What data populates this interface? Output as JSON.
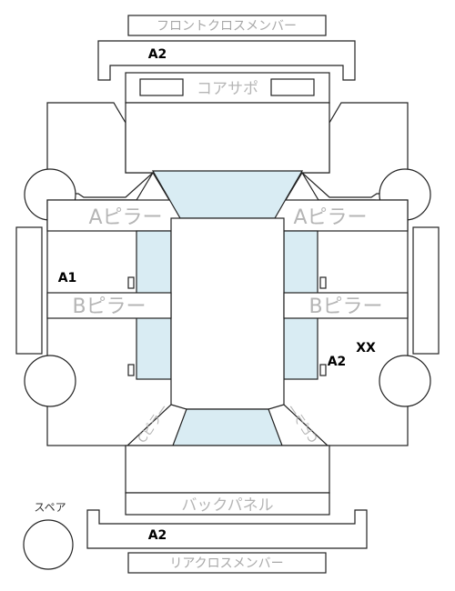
{
  "labels": {
    "front_cross_member": "フロントクロスメンバー",
    "core_support": "コアサポ",
    "a_pillar_left": "Aピラー",
    "a_pillar_right": "Aピラー",
    "b_pillar_left": "Bピラー",
    "b_pillar_right": "Bピラー",
    "c_pillar_left": "Cピラー",
    "c_pillar_right": "Cピラー",
    "back_panel": "バックパネル",
    "rear_cross_member": "リアクロスメンバー",
    "spare": "スペア"
  },
  "codes": {
    "front_cross_member": "A2",
    "left_side_upper": "A1",
    "right_side_lower": "A2",
    "right_side_extra": "XX",
    "rear_cross_member": "A2"
  },
  "colors": {
    "glass": "#d9ecf3",
    "outline": "#222222",
    "label_grey": "#b5b5b5"
  }
}
